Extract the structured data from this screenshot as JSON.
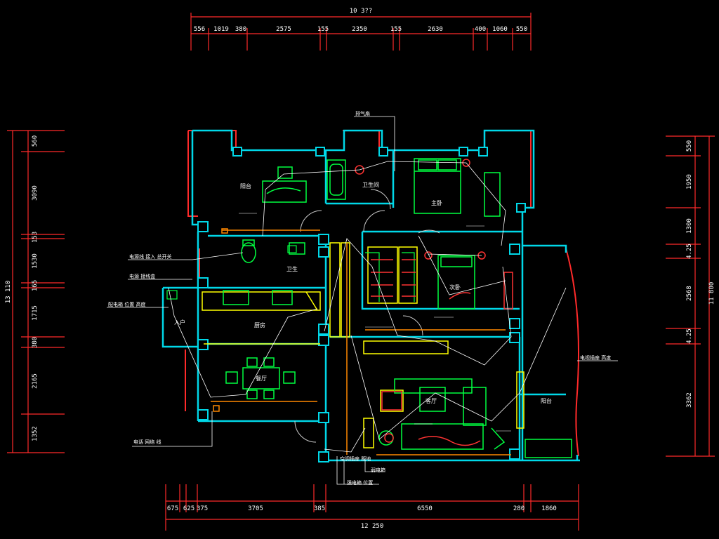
{
  "colors": {
    "background": "#000000",
    "wall": "#00d8e8",
    "dimension": "#ff2a2a",
    "window": "#ff2a2a",
    "furniture": "#00ff40",
    "cabinet": "#ffff00",
    "wiring": "#ffffff",
    "accent": "#ff8800",
    "fixture": "#ff3333",
    "text": "#ffffff"
  },
  "drawing": {
    "top_overall": "10 3??",
    "top_dims": [
      "556",
      "1019",
      "380",
      "2575",
      "155",
      "2350",
      "155",
      "2630",
      "400",
      "1060",
      "550"
    ],
    "bottom_overall": "12 250",
    "bottom_dims": [
      "675",
      "625",
      "375",
      "3705",
      "385",
      "6550",
      "280",
      "1860"
    ],
    "left_overall": "13 110",
    "left_dims": [
      "560",
      "3090",
      "153",
      "1530",
      "165",
      "1715",
      "380",
      "2165",
      "1352"
    ],
    "right_overall": "11 800",
    "right_dims": [
      "550",
      "1950",
      "1300",
      "4.25",
      "2568",
      "4.25",
      "3362"
    ]
  },
  "rooms": {
    "balcony_top_left": "阳台",
    "bathroom_top": "卫生间",
    "master_bedroom": "主卧",
    "bedroom_2": "次卧",
    "bathroom_mid": "卫生",
    "kitchen": "厨房",
    "dining": "餐厅",
    "living": "客厅",
    "balcony_right": "阳台",
    "entry": "入户"
  },
  "annotations": {
    "top_note": "排气扇",
    "left_note_1": "电源线 接入 总开关",
    "left_note_2": "电源 接线盒",
    "left_note_3": "配电箱 位置 高度",
    "right_note": "电视插座 高度",
    "bottom_note_1": "电话 网络 线",
    "bottom_note_2": "弱电箱",
    "bottom_note_3": "强电箱 位置",
    "bottom_left_note": "空调插座 距地"
  }
}
